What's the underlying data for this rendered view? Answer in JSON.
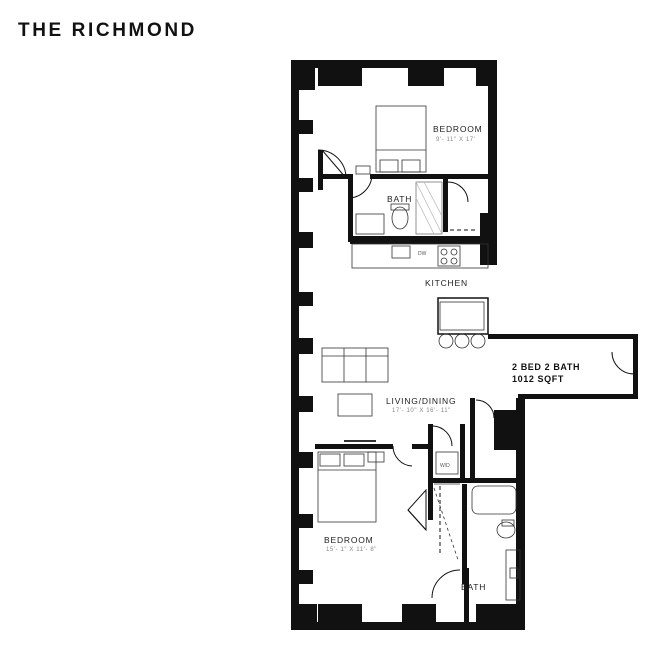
{
  "header": {
    "title": "THE RICHMOND"
  },
  "unit": {
    "type": "2 BED 2 BATH",
    "area": "1012 SQFT"
  },
  "rooms": {
    "bedroom_1": {
      "name": "BEDROOM",
      "dims": "9'- 11\" X 17'"
    },
    "bath_1": {
      "name": "BATH"
    },
    "kitchen": {
      "name": "KITCHEN"
    },
    "living": {
      "name": "LIVING/DINING",
      "dims": "17'- 10\" X 16'- 11\""
    },
    "bedroom_2": {
      "name": "BEDROOM",
      "dims": "15'- 1\" X 11'- 8\""
    },
    "bath_2": {
      "name": "BATH"
    }
  },
  "fixtures": {
    "dishwasher": "DW",
    "walk_in": "W/D"
  }
}
